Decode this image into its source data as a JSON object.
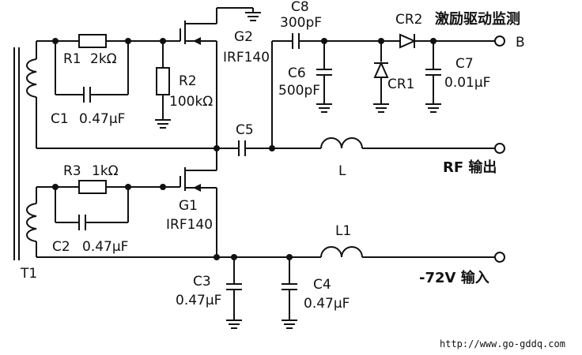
{
  "labels": {
    "r1_name": "R1",
    "r1_value": "2kΩ",
    "c1_name": "C1",
    "c1_value": "0.47μF",
    "r2_name": "R2",
    "r2_value": "100kΩ",
    "g2_name": "G2",
    "g2_part": "IRF140",
    "c8_name": "C8",
    "c8_value": "300pF",
    "c6_name": "C6",
    "c6_value": "500pF",
    "cr2_name": "CR2",
    "cr1_name": "CR1",
    "c7_name": "C7",
    "c7_value": "0.01μF",
    "drive_monitor": "激励驱动监测",
    "drive_monitor_terminal": "B",
    "c5_name": "C5",
    "l_name": "L",
    "rf_output": "RF 输出",
    "r3_name": "R3",
    "r3_value": "1kΩ",
    "c2_name": "C2",
    "c2_value": "0.47μF",
    "g1_name": "G1",
    "g1_part": "IRF140",
    "t1_name": "T1",
    "l1_name": "L1",
    "supply_input": "-72V 输入",
    "c3_name": "C3",
    "c3_value": "0.47μF",
    "c4_name": "C4",
    "c4_value": "0.47μF",
    "watermark_url": "http://www.go-gddq.com"
  }
}
